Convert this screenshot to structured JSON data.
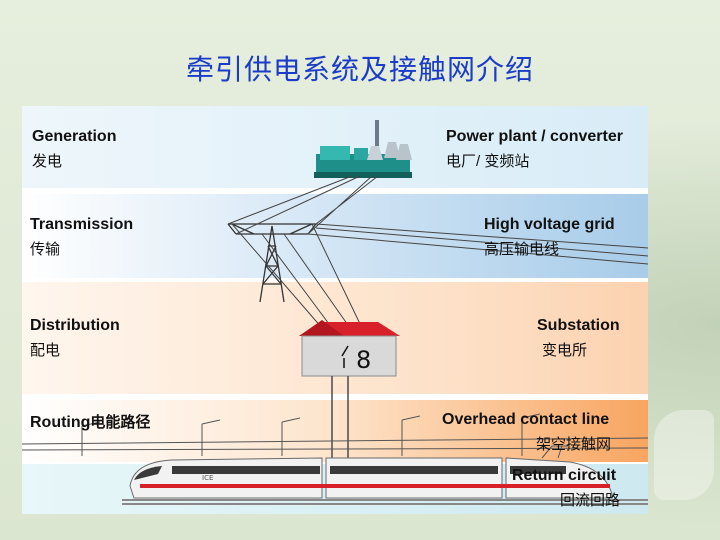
{
  "slide": {
    "title": "牵引供电系统及接触网介绍"
  },
  "layers": [
    {
      "left_en": "Generation",
      "left_cn": "发电",
      "right_en": "Power plant / converter",
      "right_cn": "电厂/ 变频站"
    },
    {
      "left_en": "Transmission",
      "left_cn": "传输",
      "right_en": "High voltage grid",
      "right_cn": "高压输电线"
    },
    {
      "left_en": "Distribution",
      "left_cn": "配电",
      "right_en": "Substation",
      "right_cn": "变电所"
    },
    {
      "left_en": "Routing",
      "left_cn": "电能路径",
      "right_en": "Overhead contact line",
      "right_cn": "架空接触网"
    },
    {
      "left_en": "",
      "left_cn": "",
      "right_en": "Return circuit",
      "right_cn": "回流回路"
    }
  ],
  "train": {
    "logo": "ICE"
  },
  "colors": {
    "title": "#1a3cc8",
    "substation_roof": "#d8202a",
    "train_stripe": "#d8202a",
    "power_plant": "#2aa7a0"
  }
}
